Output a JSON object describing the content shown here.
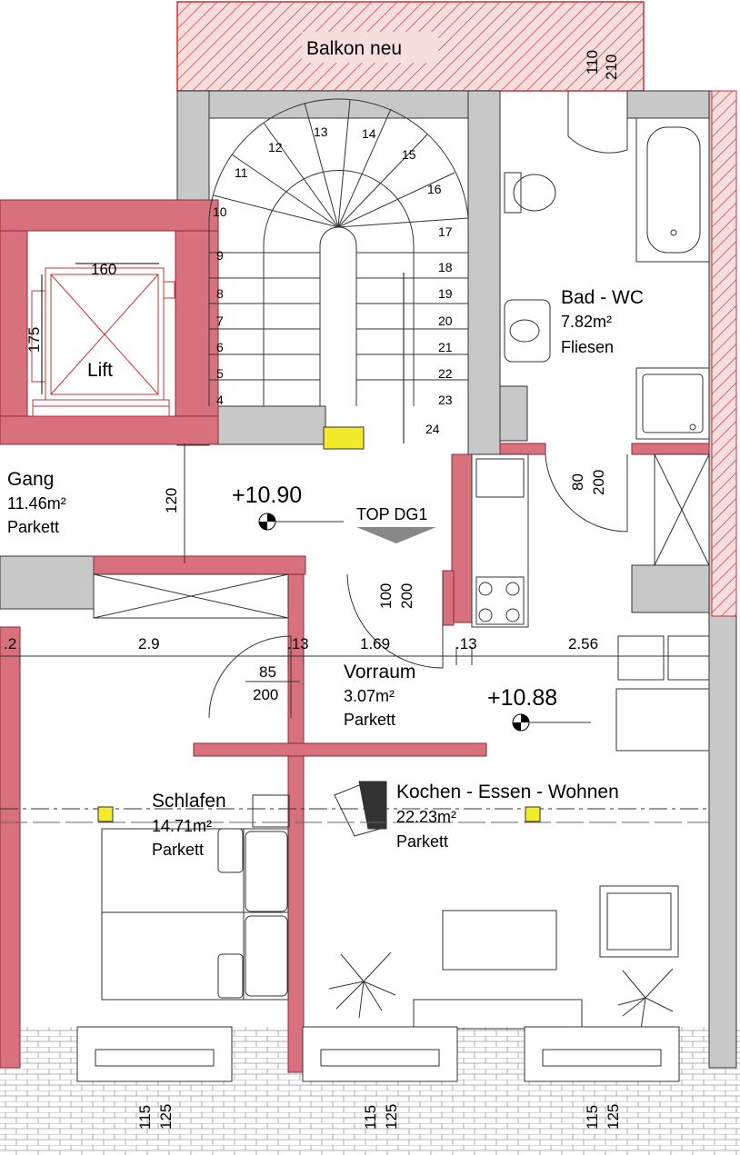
{
  "rooms": {
    "balcony": {
      "name": "Balkon neu"
    },
    "bath": {
      "name": "Bad - WC",
      "area": "7.82m²",
      "floor": "Fliesen"
    },
    "lift": {
      "name": "Lift"
    },
    "hall": {
      "name": "Gang",
      "area": "11.46m²",
      "floor": "Parkett"
    },
    "entry": {
      "name": "Vorraum",
      "area": "3.07m²",
      "floor": "Parkett"
    },
    "bedroom": {
      "name": "Schlafen",
      "area": "14.71m²",
      "floor": "Parkett"
    },
    "living": {
      "name": "Kochen - Essen - Wohnen",
      "area": "22.23m²",
      "floor": "Parkett"
    }
  },
  "unit_label": "TOP DG1",
  "levels": {
    "hall": "+10.90",
    "living": "+10.88"
  },
  "stair_steps": [
    "4",
    "5",
    "6",
    "7",
    "8",
    "9",
    "10",
    "11",
    "12",
    "13",
    "14",
    "15",
    "16",
    "17",
    "18",
    "19",
    "20",
    "21",
    "22",
    "23",
    "24"
  ],
  "dimensions": {
    "balcony_door_w": "110",
    "balcony_door_h": "210",
    "lift_w": "160",
    "lift_d": "175",
    "hall_w": "120",
    "bath_door_w": "80",
    "bath_door_h": "200",
    "entry_door_w": "100",
    "entry_door_h": "200",
    "bed_door_w": "85",
    "bed_door_h": "200",
    "d_left": ".2",
    "d_bedroom": "2.9",
    "d_wall1": ".13",
    "d_entry": "1.69",
    "d_wall2": ".13",
    "d_living": "2.56",
    "win1_a": "115",
    "win1_b": "125",
    "win2_a": "115",
    "win2_b": "125",
    "win3_a": "115",
    "win3_b": "125"
  }
}
